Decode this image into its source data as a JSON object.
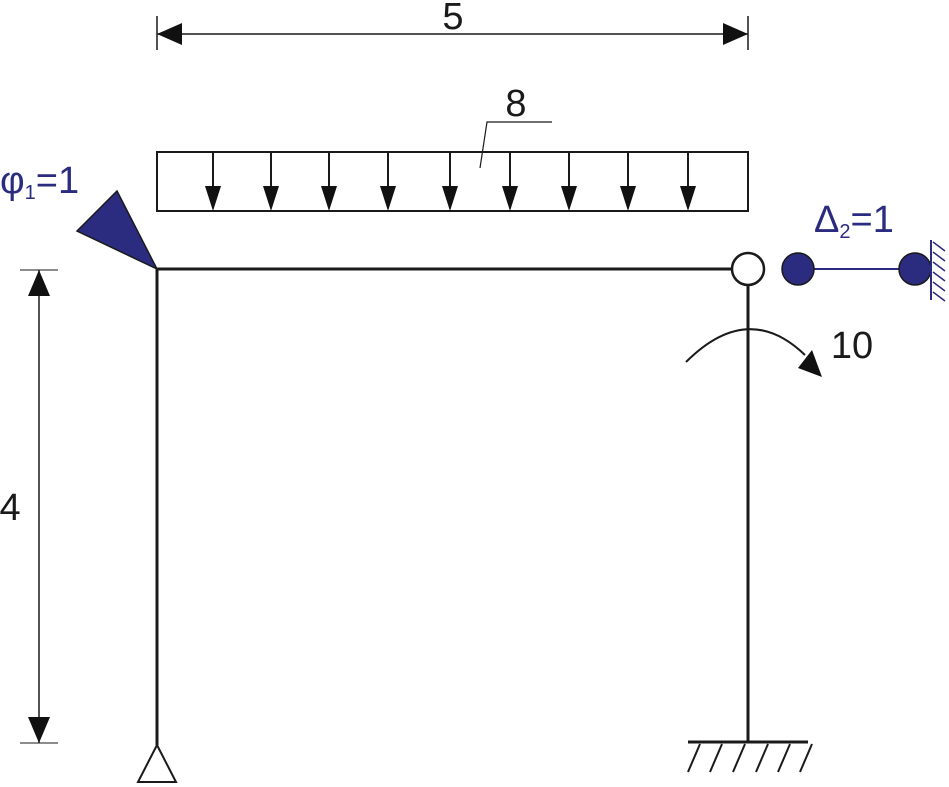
{
  "dimensions": {
    "span_label": "5",
    "height_label": "4"
  },
  "loads": {
    "distributed_load_label": "8",
    "moment_label": "10"
  },
  "unknowns": {
    "rotation": {
      "symbol": "φ",
      "subscript": "1",
      "value": "=1"
    },
    "displacement": {
      "symbol": "Δ",
      "subscript": "2",
      "value": "=1"
    }
  },
  "colors": {
    "structure": "#1a1a1a",
    "basic_system": "#2b2b80",
    "background": "#ffffff"
  }
}
